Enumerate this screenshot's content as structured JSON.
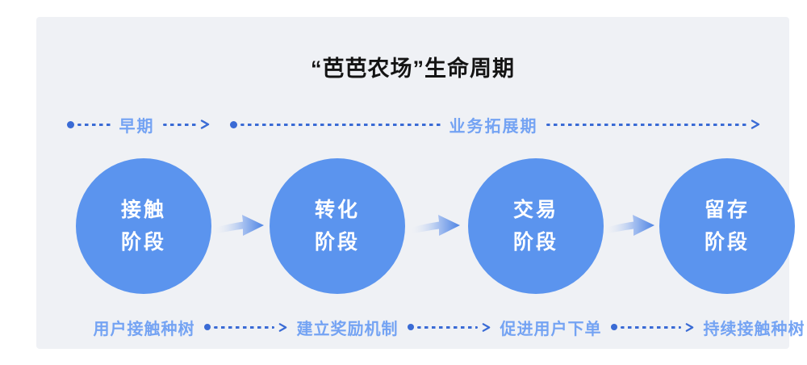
{
  "title": "“芭芭农场”生命周期",
  "colors": {
    "circle-blue": "#5b94ee",
    "label-blue": "#74a3f3",
    "line-blue": "#3a6bd5",
    "panel-bg": "#eff1f5",
    "title-color": "#141414"
  },
  "phases": [
    {
      "label": "早期"
    },
    {
      "label": "业务拓展期"
    }
  ],
  "stages": [
    {
      "line1": "接触",
      "line2": "阶段"
    },
    {
      "line1": "转化",
      "line2": "阶段"
    },
    {
      "line1": "交易",
      "line2": "阶段"
    },
    {
      "line1": "留存",
      "line2": "阶段"
    }
  ],
  "actions": [
    "用户接触种树",
    "建立奖励机制",
    "促进用户下单",
    "持续接触种树"
  ]
}
